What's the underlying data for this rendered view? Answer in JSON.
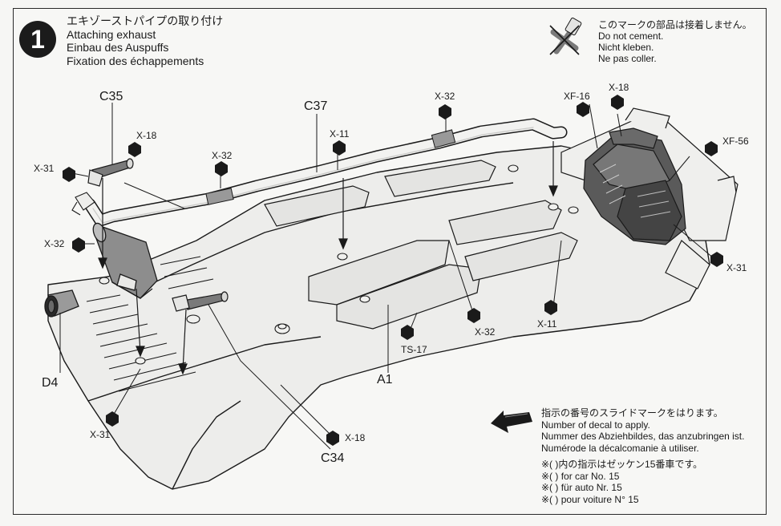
{
  "step": {
    "number": "1",
    "title_jp": "エキゾーストパイプの取り付け",
    "title_en": "Attaching exhaust",
    "title_de": "Einbau des Auspuffs",
    "title_fr": "Fixation des échappements"
  },
  "no_cement": {
    "jp": "このマークの部品は接着しません。",
    "en": "Do not cement.",
    "de": "Nicht kleben.",
    "fr": "Ne pas coller."
  },
  "decal_note": {
    "jp": "指示の番号のスライドマークをはります。",
    "en": "Number of decal to apply.",
    "de": "Nummer des Abziehbildes, das anzubringen ist.",
    "fr": "Numérode la décalcomanie à utiliser."
  },
  "car_note": {
    "jp": "※(    )内の指示はゼッケン15番車です。",
    "en": "※(    ) for car No. 15",
    "de": "※(    ) für auto Nr. 15",
    "fr": "※(    ) pour voiture N° 15"
  },
  "part_labels": {
    "c35": "C35",
    "c37": "C37",
    "a1": "A1",
    "d4": "D4",
    "c34": "C34"
  },
  "decal_labels": {
    "x18_a": "X-18",
    "x31_a": "X-31",
    "x32_a": "X-32",
    "x32_b": "X-32",
    "x11_a": "X-11",
    "x32_c": "X-32",
    "xf16": "XF-16",
    "x18_b": "X-18",
    "xf56": "XF-56",
    "x31_b": "X-31",
    "x11_b": "X-11",
    "x32_d": "X-32",
    "ts17": "TS-17",
    "x31_c": "X-31",
    "x18_c": "X-18"
  },
  "icons": {
    "step_badge": "circled-step-number",
    "no_cement": "no-cement-crossed-tube-icon",
    "decal_arrow": "decal-arrow-icon",
    "decal_marker": "hexagon-pointer-icon"
  },
  "colors": {
    "ink": "#1a1a1a",
    "paper": "#f6f6f4",
    "part_fill": "#e9e9e7",
    "engine_fill": "#555555"
  }
}
